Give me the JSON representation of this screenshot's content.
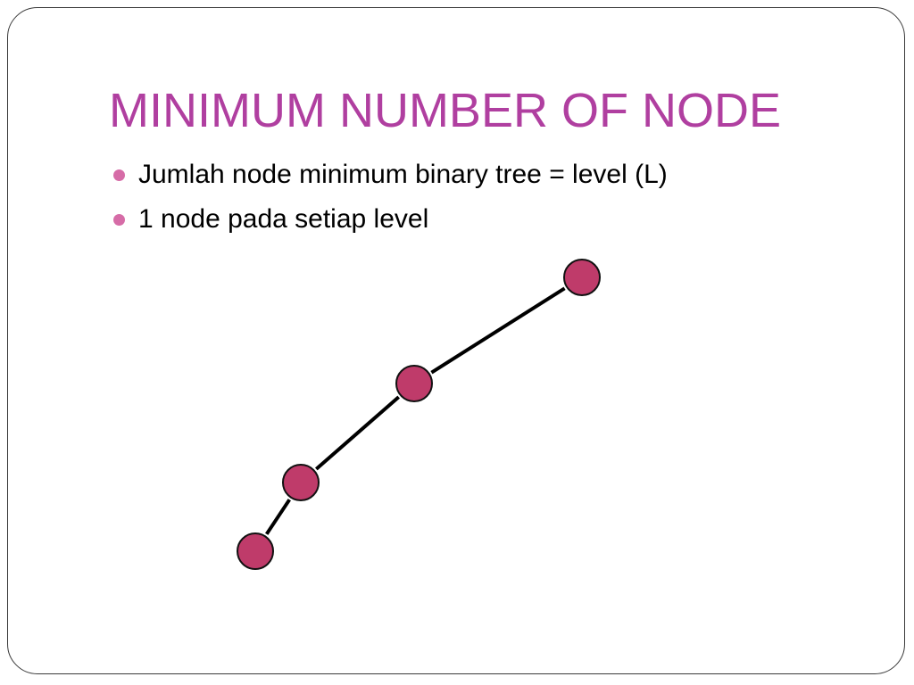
{
  "slide": {
    "title": "MINIMUM NUMBER OF NODE",
    "bullets": [
      "Jumlah node minimum binary tree = level (L)",
      "1 node pada setiap level"
    ]
  },
  "diagram": {
    "nodes": [
      {
        "id": "level-1-node"
      },
      {
        "id": "level-2-node"
      },
      {
        "id": "level-3-node"
      },
      {
        "id": "level-4-node"
      }
    ],
    "edges": [
      [
        "level-1-node",
        "level-2-node"
      ],
      [
        "level-2-node",
        "level-3-node"
      ],
      [
        "level-3-node",
        "level-4-node"
      ]
    ]
  },
  "colors": {
    "title": "#b03fa0",
    "bullet": "#d66ca7",
    "node_fill": "#bf3b6a",
    "node_stroke": "#111111",
    "edge": "#000000"
  }
}
